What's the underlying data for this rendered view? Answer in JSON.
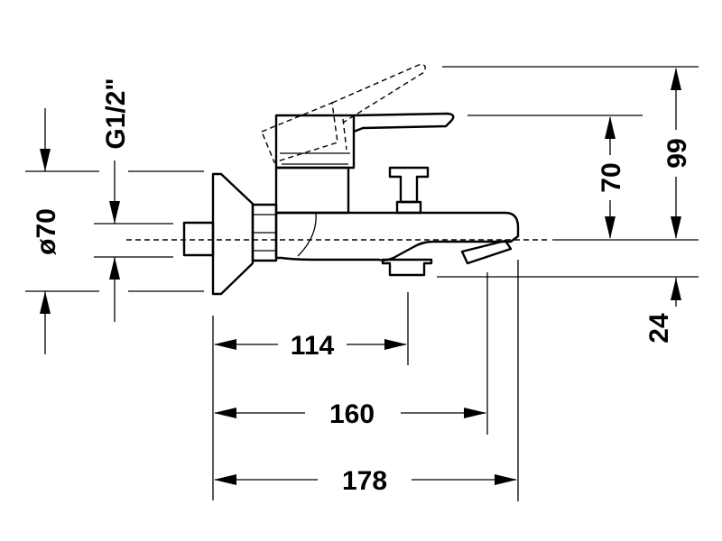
{
  "diagram": {
    "dimensions": {
      "width_114": "114",
      "width_160": "160",
      "width_178": "178",
      "height_70": "70",
      "height_99": "99",
      "height_24": "24",
      "diameter_70": "ø70",
      "thread": "G1/2\""
    }
  }
}
